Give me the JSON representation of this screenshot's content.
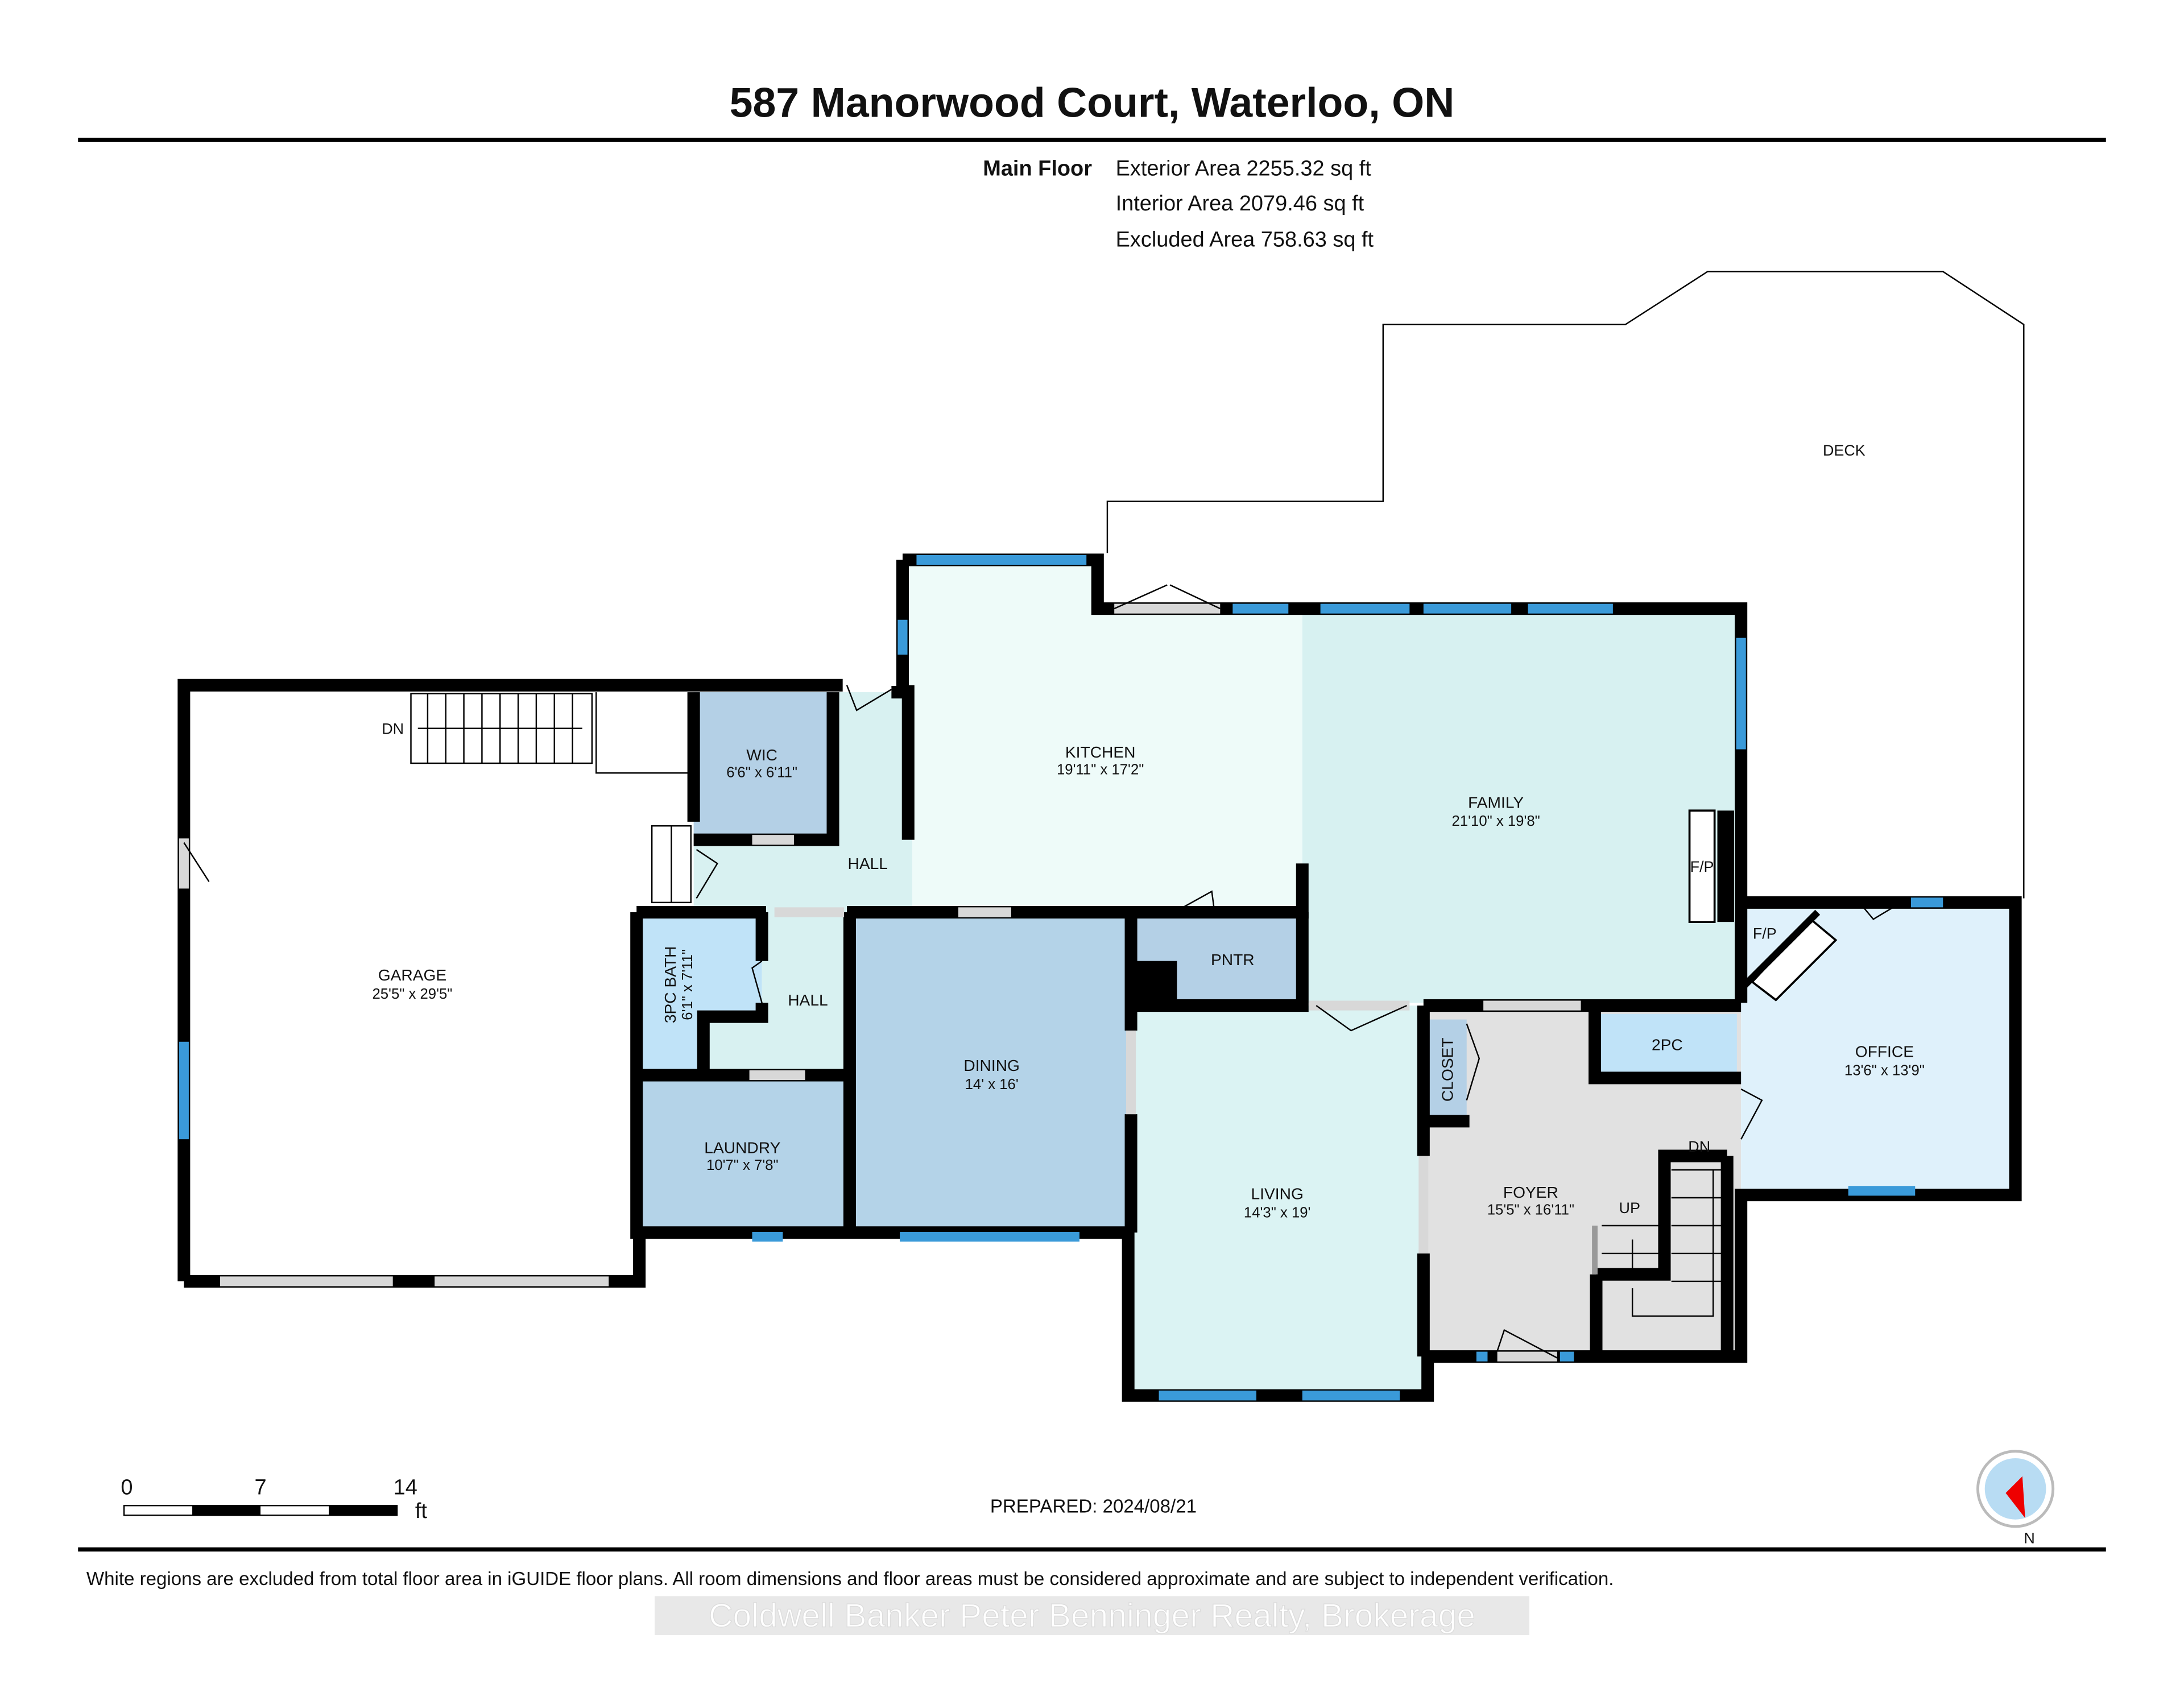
{
  "header": {
    "title": "587 Manorwood Court, Waterloo, ON",
    "floor_label": "Main Floor",
    "exterior_area": "Exterior Area 2255.32 sq ft",
    "interior_area": "Interior Area 2079.46 sq ft",
    "excluded_area": "Excluded Area 758.63 sq ft"
  },
  "rooms": {
    "garage": {
      "name": "GARAGE",
      "dims": "25'5\" x 29'5\""
    },
    "wic": {
      "name": "WIC",
      "dims": "6'6\" x 6'11\""
    },
    "hall_upper": {
      "name": "HALL"
    },
    "kitchen": {
      "name": "KITCHEN",
      "dims": "19'11\" x 17'2\""
    },
    "family": {
      "name": "FAMILY",
      "dims": "21'10\" x 19'8\""
    },
    "bath3": {
      "name": "3PC BATH",
      "dims": "6'1\" x 7'11\""
    },
    "hall_lower": {
      "name": "HALL"
    },
    "laundry": {
      "name": "LAUNDRY",
      "dims": "10'7\" x 7'8\""
    },
    "dining": {
      "name": "DINING",
      "dims": "14' x 16'"
    },
    "pantry": {
      "name": "PNTR"
    },
    "living": {
      "name": "LIVING",
      "dims": "14'3\" x 19'"
    },
    "closet": {
      "name": "CLOSET"
    },
    "foyer": {
      "name": "FOYER",
      "dims": "15'5\" x 16'11\""
    },
    "pc2": {
      "name": "2PC"
    },
    "office": {
      "name": "OFFICE",
      "dims": "13'6\" x 13'9\""
    },
    "deck": {
      "name": "DECK"
    }
  },
  "labels": {
    "garage_stairs": "DN",
    "foyer_down": "DN",
    "foyer_up": "UP",
    "fireplace_family": "F/P",
    "fireplace_office": "F/P"
  },
  "scale": {
    "tick0": "0",
    "tick1": "7",
    "tick2": "14",
    "unit": "ft"
  },
  "prepared": "PREPARED: 2024/08/21",
  "compass": {
    "label": "N"
  },
  "footer": {
    "disclaimer": "White regions are excluded from total floor area in iGUIDE floor plans. All room dimensions and floor areas must be considered approximate and are subject to independent verification.",
    "watermark": "Coldwell Banker Peter Benninger Realty, Brokerage"
  },
  "colors": {
    "kitchen": "#eefbf9",
    "family": "#d7f1f1",
    "hall": "#d8f1f1",
    "blue_room": "#b4d0e6",
    "bath": "#c0e3f8",
    "living": "#dbf3f3",
    "foyer": "#e1e1e1",
    "office": "#dff1fb",
    "window": "#3a9ad9"
  }
}
